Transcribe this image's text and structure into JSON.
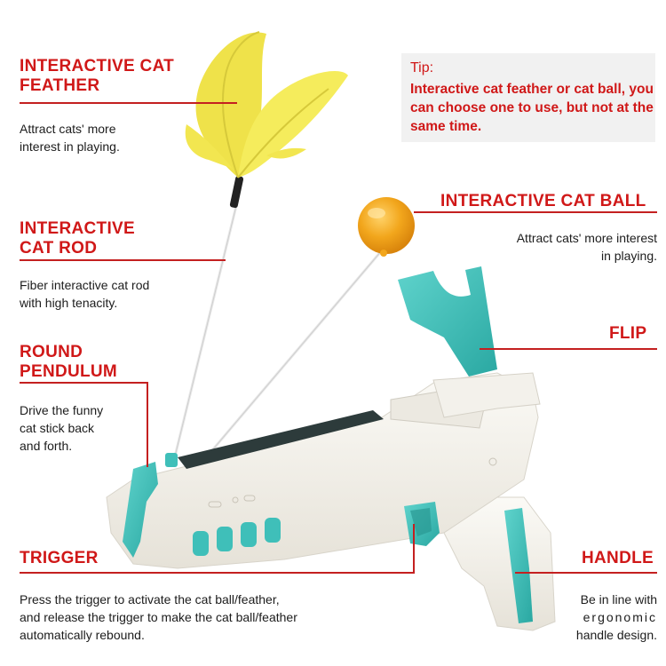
{
  "tip": {
    "title": "Tip:",
    "body": "Interactive cat feather or cat ball, you can choose one to use, but not at the same time."
  },
  "callouts": {
    "feather": {
      "heading_line1": "INTERACTIVE CAT",
      "heading_line2": "FEATHER",
      "desc_line1": "Attract cats' more",
      "desc_line2": "interest in playing."
    },
    "rod": {
      "heading_line1": "INTERACTIVE",
      "heading_line2": "CAT ROD",
      "desc_line1": "Fiber interactive cat rod",
      "desc_line2": "with high tenacity."
    },
    "pendulum": {
      "heading_line1": "ROUND",
      "heading_line2": "PENDULUM",
      "desc_line1": "Drive the funny",
      "desc_line2": "cat stick back",
      "desc_line3": "and forth."
    },
    "ball": {
      "heading": "INTERACTIVE CAT BALL",
      "desc_line1": "Attract cats' more interest",
      "desc_line2": "in playing."
    },
    "flip": {
      "heading": "FLIP"
    },
    "trigger": {
      "heading": "TRIGGER",
      "desc_line1": "Press the trigger to activate the cat ball/feather,",
      "desc_line2": "and release the trigger to make the cat ball/feather",
      "desc_line3": "automatically rebound."
    },
    "handle": {
      "heading": "HANDLE",
      "desc_line1": "Be in line with",
      "desc_line2": "ergonomic",
      "desc_line3": "handle design."
    }
  },
  "colors": {
    "heading_red": "#d01818",
    "toy_teal": "#3fbfb9",
    "toy_white": "#f6f4ef",
    "feather_yellow": "#f3ea55",
    "ball_orange": "#f2a61c",
    "tip_background": "#f1f1f1"
  }
}
